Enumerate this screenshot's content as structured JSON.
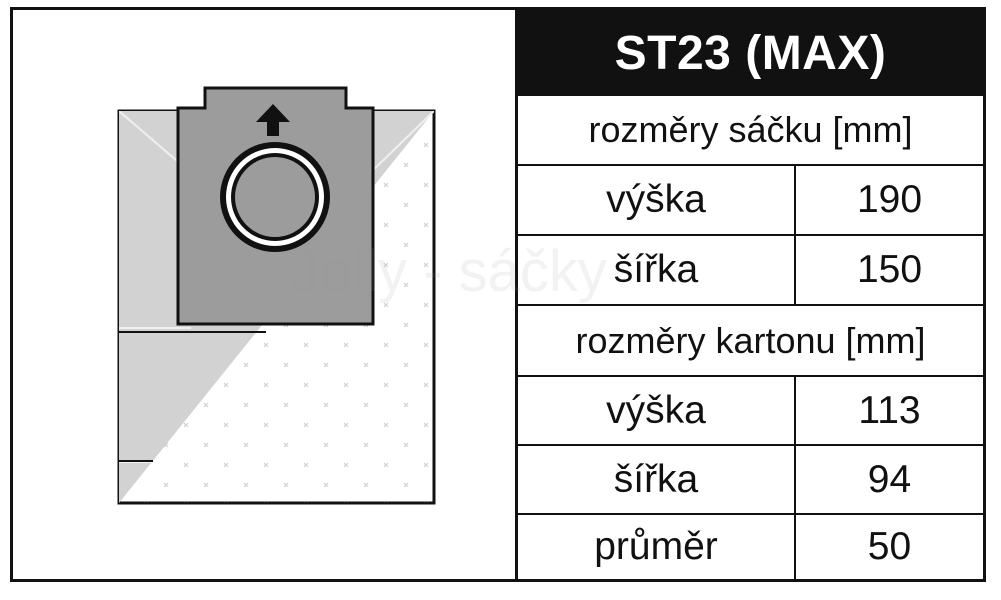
{
  "watermark": "Jolly - sáčky",
  "product": {
    "title": "ST23 (MAX)"
  },
  "specs": {
    "bag_header": "rozměry sáčku [mm]",
    "bag_rows": [
      {
        "label": "výška",
        "value": "190"
      },
      {
        "label": "šířka",
        "value": "150"
      }
    ],
    "carton_header": "rozměry kartonu [mm]",
    "carton_rows": [
      {
        "label": "výška",
        "value": "113"
      },
      {
        "label": "šířka",
        "value": "94"
      },
      {
        "label": "průměr",
        "value": "50"
      }
    ]
  },
  "colors": {
    "frame": "#111111",
    "bag_gray": "#d2d2d2",
    "collar_gray": "#9c9c9c",
    "paper_white": "#ffffff"
  },
  "icons": {
    "arrow": "up-arrow-icon",
    "opening": "bag-opening-icon"
  }
}
